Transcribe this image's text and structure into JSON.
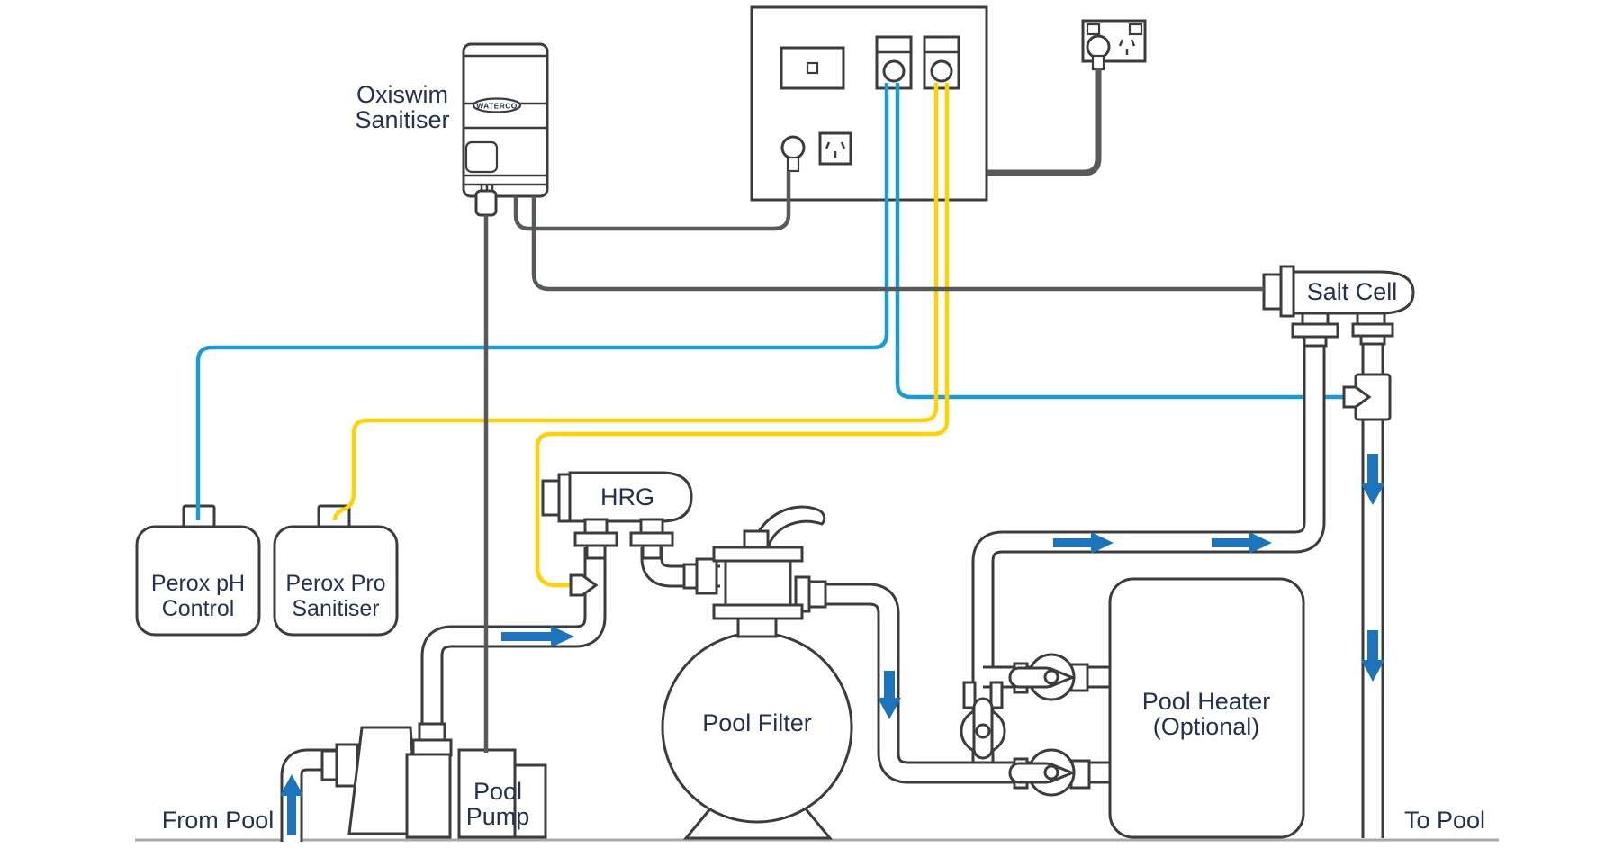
{
  "diagram": {
    "title": "Oxiswim sanitiser pool plumbing schematic",
    "labels": {
      "oxiswim_line1": "Oxiswim",
      "oxiswim_line2": "Sanitiser",
      "waterco_badge": "WATERCO",
      "salt_cell": "Salt Cell",
      "hrg": "HRG",
      "perox_ph_line1": "Perox pH",
      "perox_ph_line2": "Control",
      "perox_pro_line1": "Perox Pro",
      "perox_pro_line2": "Sanitiser",
      "pool_filter": "Pool Filter",
      "pool_pump_line1": "Pool",
      "pool_pump_line2": "Pump",
      "pool_heater_line1": "Pool Heater",
      "pool_heater_line2": "(Optional)",
      "from_pool": "From Pool",
      "to_pool": "To Pool"
    },
    "colors": {
      "outline": "#3c3c3c",
      "tube_blue": "#1a9ad6",
      "tube_yellow": "#ffd200",
      "cable_gray": "#58595b",
      "arrow_blue": "#1c75bc",
      "text_navy": "#233250",
      "ground_gray": "#a7a9ac"
    }
  }
}
